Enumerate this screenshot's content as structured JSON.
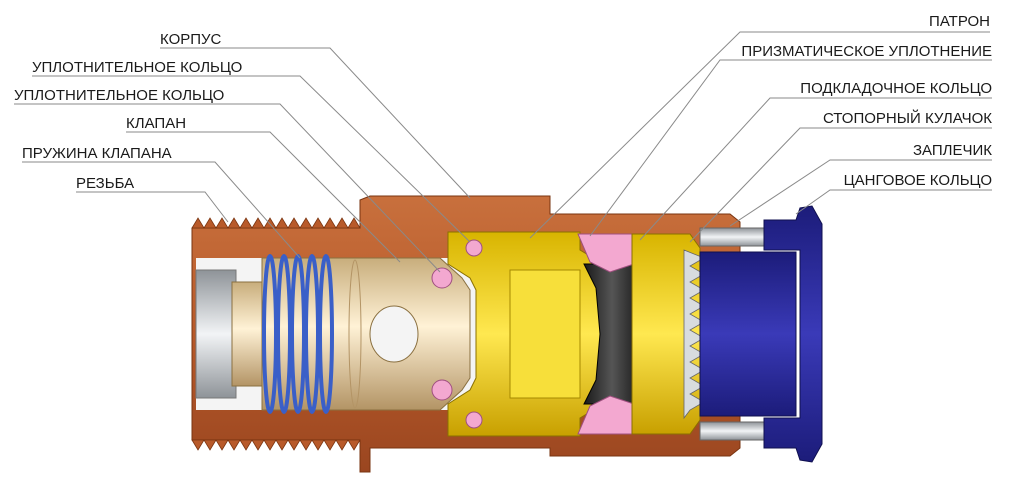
{
  "diagram": {
    "left_labels": [
      {
        "id": "korpus",
        "text": "КОРПУС"
      },
      {
        "id": "ring1",
        "text": "УПЛОТНИТЕЛЬНОЕ КОЛЬЦО"
      },
      {
        "id": "ring2",
        "text": "УПЛОТНИТЕЛЬНОЕ КОЛЬЦО"
      },
      {
        "id": "valve",
        "text": "КЛАПАН"
      },
      {
        "id": "spring",
        "text": "ПРУЖИНА КЛАПАНА"
      },
      {
        "id": "thread",
        "text": "РЕЗЬБА"
      }
    ],
    "right_labels": [
      {
        "id": "patron",
        "text": "ПАТРОН"
      },
      {
        "id": "prism",
        "text": "ПРИЗМАТИЧЕСКОЕ УПЛОТНЕНИЕ"
      },
      {
        "id": "washer",
        "text": "ПОДКЛАДОЧНОЕ КОЛЬЦО"
      },
      {
        "id": "cam",
        "text": "СТОПОРНЫЙ КУЛАЧОК"
      },
      {
        "id": "shoulder",
        "text": "ЗАПЛЕЧИК"
      },
      {
        "id": "collet",
        "text": "ЦАНГОВОЕ КОЛЬЦО"
      }
    ],
    "colors": {
      "body": "#b85a2a",
      "brass": "#e8cfa0",
      "yellow": "#f0d020",
      "pink": "#f3a8d0",
      "black_seal": "#2a2a2a",
      "spring": "#3a5fc8",
      "collet_blue": "#2a2a9a",
      "steel": "#c8ccd0"
    }
  }
}
